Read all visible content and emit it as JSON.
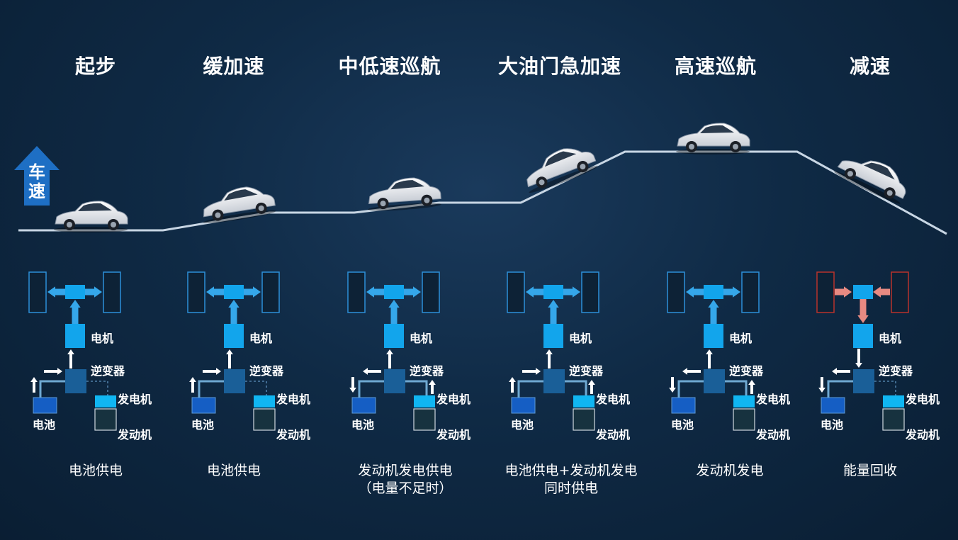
{
  "speed_axis_label": "车速",
  "colors": {
    "road": "#c8d6e4",
    "power_flow": "#35a7ea",
    "regen_flow": "#e88a82",
    "motor": "#12a5ec",
    "inverter": "#1a5f98",
    "battery": "#155ec4",
    "generator": "#10b6f2",
    "engine": "#17323f"
  },
  "stages": [
    {
      "title": "起步",
      "caption": [
        "电池供电"
      ],
      "motor": "电机",
      "inverter": "逆变器",
      "generator": "发电机",
      "battery": "电池",
      "engine": "发动机",
      "mode": "battery"
    },
    {
      "title": "缓加速",
      "caption": [
        "电池供电"
      ],
      "motor": "电机",
      "inverter": "逆变器",
      "generator": "发电机",
      "battery": "电池",
      "engine": "发动机",
      "mode": "battery"
    },
    {
      "title": "中低速巡航",
      "caption": [
        "发动机发电供电",
        "（电量不足时）"
      ],
      "motor": "电机",
      "inverter": "逆变器",
      "generator": "发电机",
      "battery": "电池",
      "engine": "发动机",
      "mode": "engine_charge"
    },
    {
      "title": "大油门急加速",
      "caption": [
        "电池供电+发动机发电",
        "同时供电"
      ],
      "motor": "电机",
      "inverter": "逆变器",
      "generator": "发电机",
      "battery": "电池",
      "engine": "发动机",
      "mode": "both"
    },
    {
      "title": "高速巡航",
      "caption": [
        "发动机发电"
      ],
      "motor": "电机",
      "inverter": "逆变器",
      "generator": "发电机",
      "battery": "电池",
      "engine": "发动机",
      "mode": "engine_charge"
    },
    {
      "title": "减速",
      "caption": [
        "能量回收"
      ],
      "motor": "电机",
      "inverter": "逆变器",
      "generator": "发电机",
      "battery": "电池",
      "engine": "发动机",
      "mode": "regen"
    }
  ]
}
